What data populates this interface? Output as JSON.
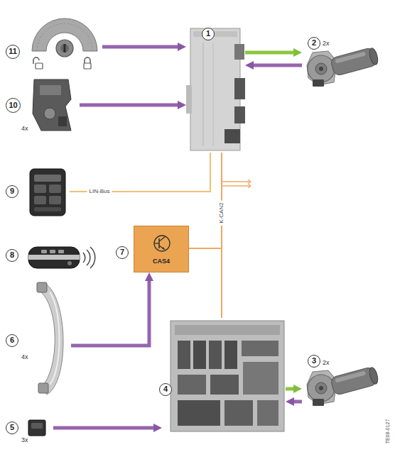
{
  "diagram": {
    "nodes": [
      {
        "text": [
          "11"
        ]
      },
      {
        "text": [
          "1"
        ]
      },
      {
        "text": [
          "2"
        ]
      },
      {
        "text": [
          "10"
        ]
      },
      {
        "text": [
          "9"
        ]
      },
      {
        "text": [
          "8"
        ]
      },
      {
        "text": [
          "7",
          "CAS4"
        ]
      },
      {
        "text": [
          "6"
        ]
      },
      {
        "text": [
          "4"
        ]
      },
      {
        "text": [
          "3"
        ]
      },
      {
        "text": [
          "5"
        ]
      }
    ],
    "edges": [
      {
        "from": 0,
        "to": 1,
        "arrow": "to"
      },
      {
        "from": 1,
        "to": 2,
        "arrow": "to"
      },
      {
        "from": 2,
        "to": 1,
        "arrow": "to"
      },
      {
        "from": 3,
        "to": 1,
        "arrow": "to"
      },
      {
        "from": 4,
        "to": 1,
        "label": "LIN-Bus",
        "arrow": "none"
      },
      {
        "from": 1,
        "to": 8,
        "label": "K-CAN2",
        "arrow": "none"
      },
      {
        "from": 6,
        "to": 1,
        "arrow": "none"
      },
      {
        "from": 6,
        "to": 8,
        "arrow": "none"
      },
      {
        "from": 7,
        "to": 6,
        "arrow": "to"
      },
      {
        "from": 10,
        "to": 8,
        "arrow": "to"
      },
      {
        "from": 8,
        "to": 9,
        "arrow": "to"
      },
      {
        "from": 9,
        "to": 8,
        "arrow": "to"
      }
    ],
    "labels": [
      "2x",
      "4x",
      "4x",
      "2x",
      "3x",
      "TE08-0127"
    ]
  }
}
